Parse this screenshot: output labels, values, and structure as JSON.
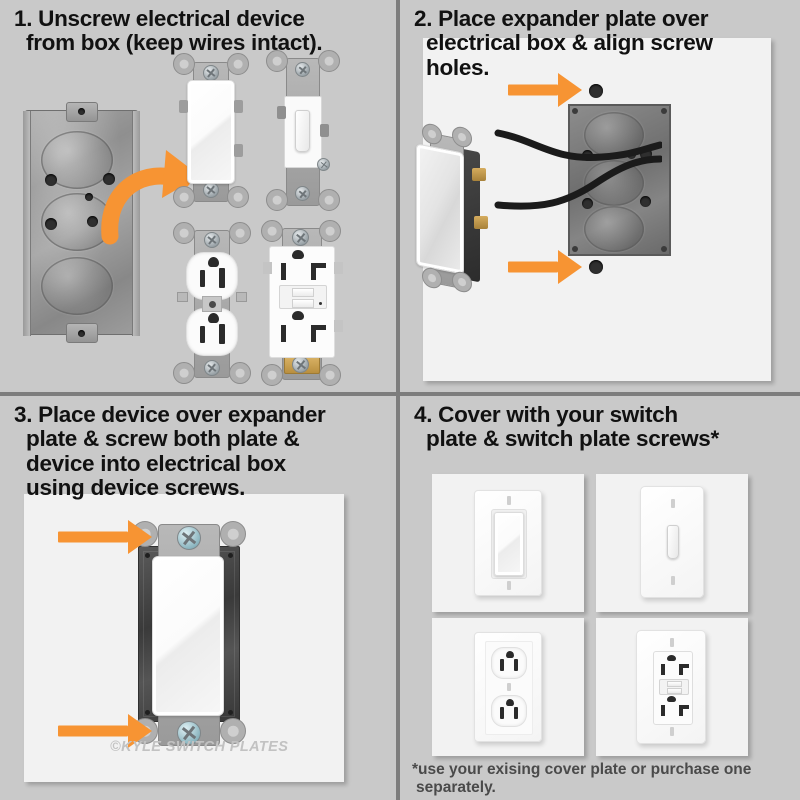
{
  "page": {
    "title": "Electrical Box Expander Plate Installation Instructions",
    "background_color": "#c9c9c9",
    "divider_color": "#7d7d7d",
    "accent_color": "#f79433",
    "text_color": "#111111"
  },
  "steps": [
    {
      "number": "1.",
      "title": "1. Unscrew electrical device\nfrom box (keep wires intact).",
      "devices": [
        "metal-electrical-box",
        "decora-rocker-switch",
        "toggle-switch",
        "duplex-receptacle-outlet",
        "gfci-outlet"
      ],
      "annotation": "curved-orange-arrow"
    },
    {
      "number": "2.",
      "title": "2. Place expander plate over\nelectrical box & align screw\nholes.",
      "devices": [
        "decora-switch-pulled-out",
        "black-wires",
        "electrical-box-opening",
        "expander-plate"
      ],
      "annotation": "two-orange-arrows-to-screw-holes"
    },
    {
      "number": "3.",
      "title": "3. Place device over expander\nplate & screw both plate &\ndevice into electrical box\nusing device screws.",
      "devices": [
        "decora-rocker-switch",
        "expander-plate",
        "device-screws"
      ],
      "annotation": "two-orange-arrows-to-device-screws",
      "watermark": "©KYLE SWITCH PLATES"
    },
    {
      "number": "4.",
      "title": "4. Cover with your switch\nplate & switch plate screws*",
      "footnote": "*use your exising cover plate or purchase one separately.",
      "covers": [
        {
          "name": "decora-rocker-switch-plate",
          "position": "top-left"
        },
        {
          "name": "toggle-switch-plate",
          "position": "top-right"
        },
        {
          "name": "duplex-outlet-plate",
          "position": "bottom-left"
        },
        {
          "name": "gfci-outlet-plate",
          "position": "bottom-right"
        }
      ]
    }
  ]
}
